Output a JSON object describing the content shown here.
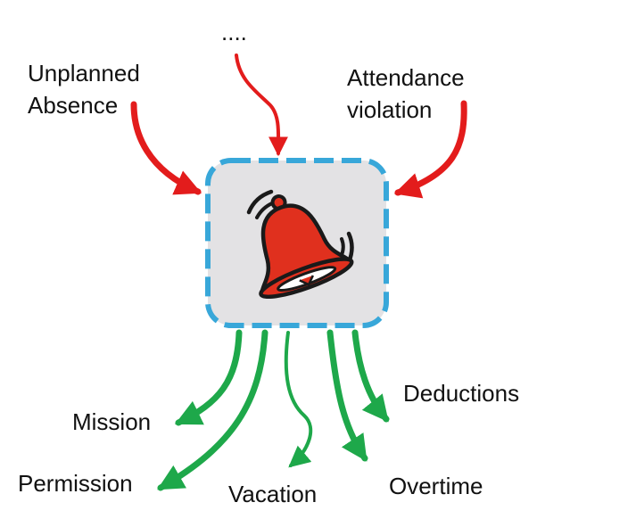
{
  "colors": {
    "input_arrow": "#e31c1c",
    "output_arrow": "#1ea84a",
    "box_fill": "#e3e2e4",
    "box_border": "#38a7d9",
    "bell_fill": "#e0301e",
    "bell_outline": "#1a1a1a",
    "text": "#111111"
  },
  "center": {
    "icon": "bell-ringing-icon"
  },
  "inputs": {
    "more": "....",
    "unplanned_absence": "Unplanned\nAbsence",
    "attendance_violation": "Attendance\nviolation"
  },
  "outputs": {
    "mission": "Mission",
    "permission": "Permission",
    "vacation": "Vacation",
    "overtime": "Overtime",
    "deductions": "Deductions"
  }
}
